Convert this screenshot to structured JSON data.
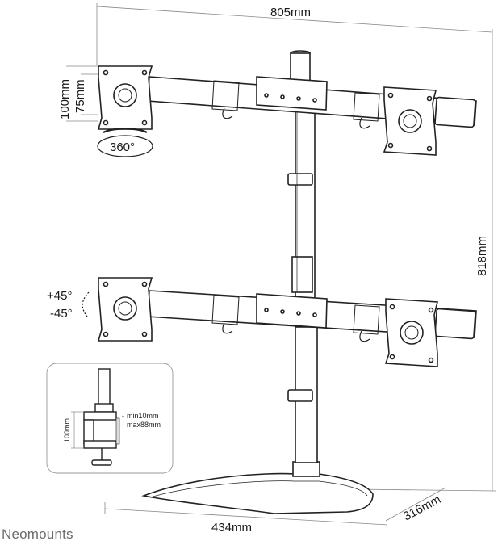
{
  "dimensions": {
    "width_total": "805mm",
    "height_total": "818mm",
    "base_width": "434mm",
    "base_depth": "316mm",
    "vesa_large": "100mm",
    "vesa_small": "75mm"
  },
  "rotation": {
    "swivel": "360°",
    "tilt_up": "+45°",
    "tilt_down": "-45°"
  },
  "clamp_inset": {
    "height": "100mm",
    "min_label": "min10mm",
    "max_label": "max88mm"
  },
  "brand": "Neomounts"
}
